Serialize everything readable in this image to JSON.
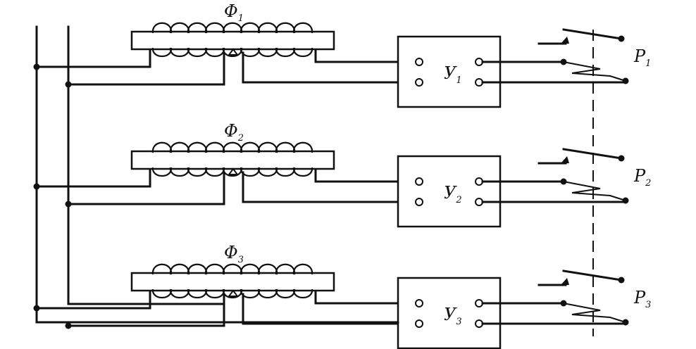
{
  "units": [
    {
      "filter": {
        "letter": "Φ",
        "sub": "1"
      },
      "amplifier": {
        "letter": "У",
        "sub": "1"
      },
      "relay": {
        "letter": "P",
        "sub": "1"
      }
    },
    {
      "filter": {
        "letter": "Φ",
        "sub": "2"
      },
      "amplifier": {
        "letter": "У",
        "sub": "2"
      },
      "relay": {
        "letter": "P",
        "sub": "2"
      }
    },
    {
      "filter": {
        "letter": "Φ",
        "sub": "3"
      },
      "amplifier": {
        "letter": "У",
        "sub": "3"
      },
      "relay": {
        "letter": "P",
        "sub": "3"
      }
    }
  ],
  "colors": {
    "ink": "#111111",
    "background": "#ffffff"
  }
}
